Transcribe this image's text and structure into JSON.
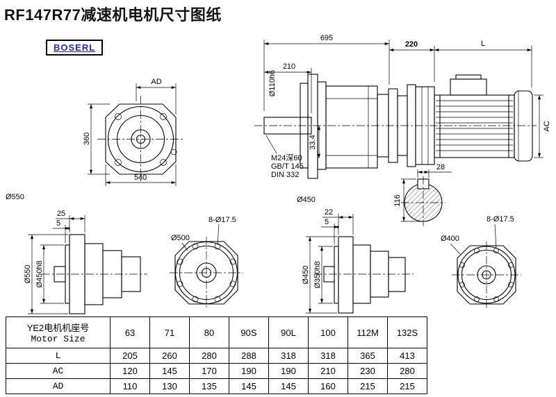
{
  "page": {
    "title": "RF147R77减速机电机尺寸图纸",
    "logo_text": "BOSERL"
  },
  "colors": {
    "logo_blue": "#2228c8",
    "line_black": "#000000",
    "title_color": "#141414"
  },
  "drawings": {
    "front_view": {
      "dim_ad": "AD",
      "dim_height": "360",
      "dim_width": "540",
      "label_flange": "Ø550"
    },
    "assembly_view": {
      "dim_total_length": "695",
      "dim_shaft_length": "210",
      "label_shaft_dia": "Ø110h6",
      "note_tap": "M24深60",
      "note_std1": "GB/T 145",
      "note_std2": "DIN 332",
      "dim_key": "33.4",
      "label_flange": "Ø450"
    },
    "motor_view": {
      "dim_adapter": "220",
      "dim_motor_length": "L",
      "dim_motor_height": "AC",
      "dim_key_width": "28",
      "dim_key_height": "116"
    },
    "flange550_side": {
      "dim_thickness": "25",
      "dim_spigot": "5",
      "label_outer": "Ø550",
      "label_spigot": "Ø450h8"
    },
    "flange550_front": {
      "label_holes": "8-Ø17.5",
      "label_bolt_circle": "Ø500"
    },
    "flange450_side": {
      "dim_thickness": "22",
      "dim_spigot": "5",
      "label_outer": "Ø450",
      "label_spigot": "Ø350h8"
    },
    "flange450_front": {
      "label_holes": "8-Ø17.5",
      "label_bolt_circle": "Ø400"
    }
  },
  "table": {
    "header_cn": "YE2电机机座号",
    "header_en": "Motor Size",
    "sizes": [
      "63",
      "71",
      "80",
      "90S",
      "90L",
      "100",
      "112M",
      "132S"
    ],
    "rows": [
      {
        "label": "L",
        "values": [
          "205",
          "260",
          "280",
          "288",
          "318",
          "318",
          "365",
          "413"
        ]
      },
      {
        "label": "AC",
        "values": [
          "120",
          "145",
          "170",
          "190",
          "190",
          "210",
          "230",
          "280"
        ]
      },
      {
        "label": "AD",
        "values": [
          "110",
          "130",
          "135",
          "145",
          "145",
          "160",
          "215",
          "215"
        ]
      }
    ]
  }
}
